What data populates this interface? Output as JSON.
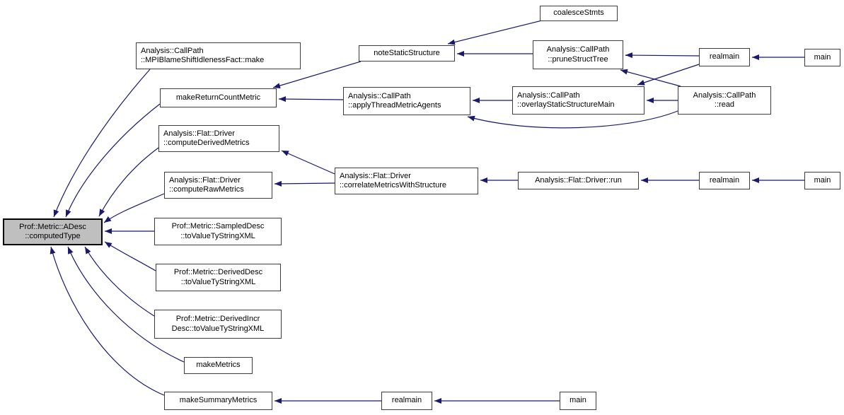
{
  "diagram": {
    "type": "caller-graph",
    "colors": {
      "edge": "#191970",
      "arrowhead": "#191970",
      "node_border": "#3c3c3c",
      "node_fill": "#ffffff",
      "highlight_fill": "#bfbfbf",
      "text": "#000000",
      "background": "#ffffff"
    },
    "central_node": "Prof::Metric::ADesc::computedType",
    "nodes": [
      {
        "id": "computedType",
        "label": "Prof::Metric::ADesc\n::computedType",
        "highlight": true
      },
      {
        "id": "mpibMake",
        "label": "Analysis::CallPath\n::MPIBlameShiftIdlenessFact::make",
        "highlight": false
      },
      {
        "id": "makeReturnCountMetric",
        "label": "makeReturnCountMetric",
        "highlight": false
      },
      {
        "id": "noteStaticStructure",
        "label": "noteStaticStructure",
        "highlight": false
      },
      {
        "id": "coalesceStmts",
        "label": "coalesceStmts",
        "highlight": false
      },
      {
        "id": "pruneStructTree",
        "label": "Analysis::CallPath\n::pruneStructTree",
        "highlight": false
      },
      {
        "id": "realmainTop",
        "label": "realmain",
        "highlight": false
      },
      {
        "id": "mainTop",
        "label": "main",
        "highlight": false
      },
      {
        "id": "applyThreadMetricAgents",
        "label": "Analysis::CallPath\n::applyThreadMetricAgents",
        "highlight": false
      },
      {
        "id": "overlayStaticStructureMain",
        "label": "Analysis::CallPath\n::overlayStaticStructureMain",
        "highlight": false
      },
      {
        "id": "read",
        "label": "Analysis::CallPath\n::read",
        "highlight": false
      },
      {
        "id": "computeDerivedMetrics",
        "label": "Analysis::Flat::Driver\n::computeDerivedMetrics",
        "highlight": false
      },
      {
        "id": "computeRawMetrics",
        "label": "Analysis::Flat::Driver\n::computeRawMetrics",
        "highlight": false
      },
      {
        "id": "correlateMetricsWithStructure",
        "label": "Analysis::Flat::Driver\n::correlateMetricsWithStructure",
        "highlight": false
      },
      {
        "id": "run",
        "label": "Analysis::Flat::Driver::run",
        "highlight": false
      },
      {
        "id": "realmainMid",
        "label": "realmain",
        "highlight": false
      },
      {
        "id": "mainMid",
        "label": "main",
        "highlight": false
      },
      {
        "id": "sampledToValueTy",
        "label": "Prof::Metric::SampledDesc\n::toValueTyStringXML",
        "highlight": false
      },
      {
        "id": "derivedToValueTy",
        "label": "Prof::Metric::DerivedDesc\n::toValueTyStringXML",
        "highlight": false
      },
      {
        "id": "derivedIncrToValueTy",
        "label": "Prof::Metric::DerivedIncr\nDesc::toValueTyStringXML",
        "highlight": false
      },
      {
        "id": "makeMetrics",
        "label": "makeMetrics",
        "highlight": false
      },
      {
        "id": "makeSummaryMetrics",
        "label": "makeSummaryMetrics",
        "highlight": false
      },
      {
        "id": "realmainBot",
        "label": "realmain",
        "highlight": false
      },
      {
        "id": "mainBot",
        "label": "main",
        "highlight": false
      }
    ],
    "edges": [
      {
        "from": "mpibMake",
        "to": "computedType"
      },
      {
        "from": "makeReturnCountMetric",
        "to": "computedType"
      },
      {
        "from": "computeDerivedMetrics",
        "to": "computedType"
      },
      {
        "from": "computeRawMetrics",
        "to": "computedType"
      },
      {
        "from": "sampledToValueTy",
        "to": "computedType"
      },
      {
        "from": "derivedToValueTy",
        "to": "computedType"
      },
      {
        "from": "derivedIncrToValueTy",
        "to": "computedType"
      },
      {
        "from": "makeMetrics",
        "to": "computedType"
      },
      {
        "from": "makeSummaryMetrics",
        "to": "computedType"
      },
      {
        "from": "noteStaticStructure",
        "to": "makeReturnCountMetric"
      },
      {
        "from": "applyThreadMetricAgents",
        "to": "makeReturnCountMetric"
      },
      {
        "from": "coalesceStmts",
        "to": "noteStaticStructure"
      },
      {
        "from": "pruneStructTree",
        "to": "noteStaticStructure"
      },
      {
        "from": "realmainTop",
        "to": "pruneStructTree"
      },
      {
        "from": "mainTop",
        "to": "realmainTop"
      },
      {
        "from": "overlayStaticStructureMain",
        "to": "applyThreadMetricAgents"
      },
      {
        "from": "read",
        "to": "overlayStaticStructureMain"
      },
      {
        "from": "realmainTop",
        "to": "overlayStaticStructureMain"
      },
      {
        "from": "read",
        "to": "pruneStructTree"
      },
      {
        "from": "read",
        "to": "applyThreadMetricAgents"
      },
      {
        "from": "correlateMetricsWithStructure",
        "to": "computeDerivedMetrics"
      },
      {
        "from": "correlateMetricsWithStructure",
        "to": "computeRawMetrics"
      },
      {
        "from": "run",
        "to": "correlateMetricsWithStructure"
      },
      {
        "from": "realmainMid",
        "to": "run"
      },
      {
        "from": "mainMid",
        "to": "realmainMid"
      },
      {
        "from": "realmainBot",
        "to": "makeSummaryMetrics"
      },
      {
        "from": "mainBot",
        "to": "realmainBot"
      }
    ]
  }
}
